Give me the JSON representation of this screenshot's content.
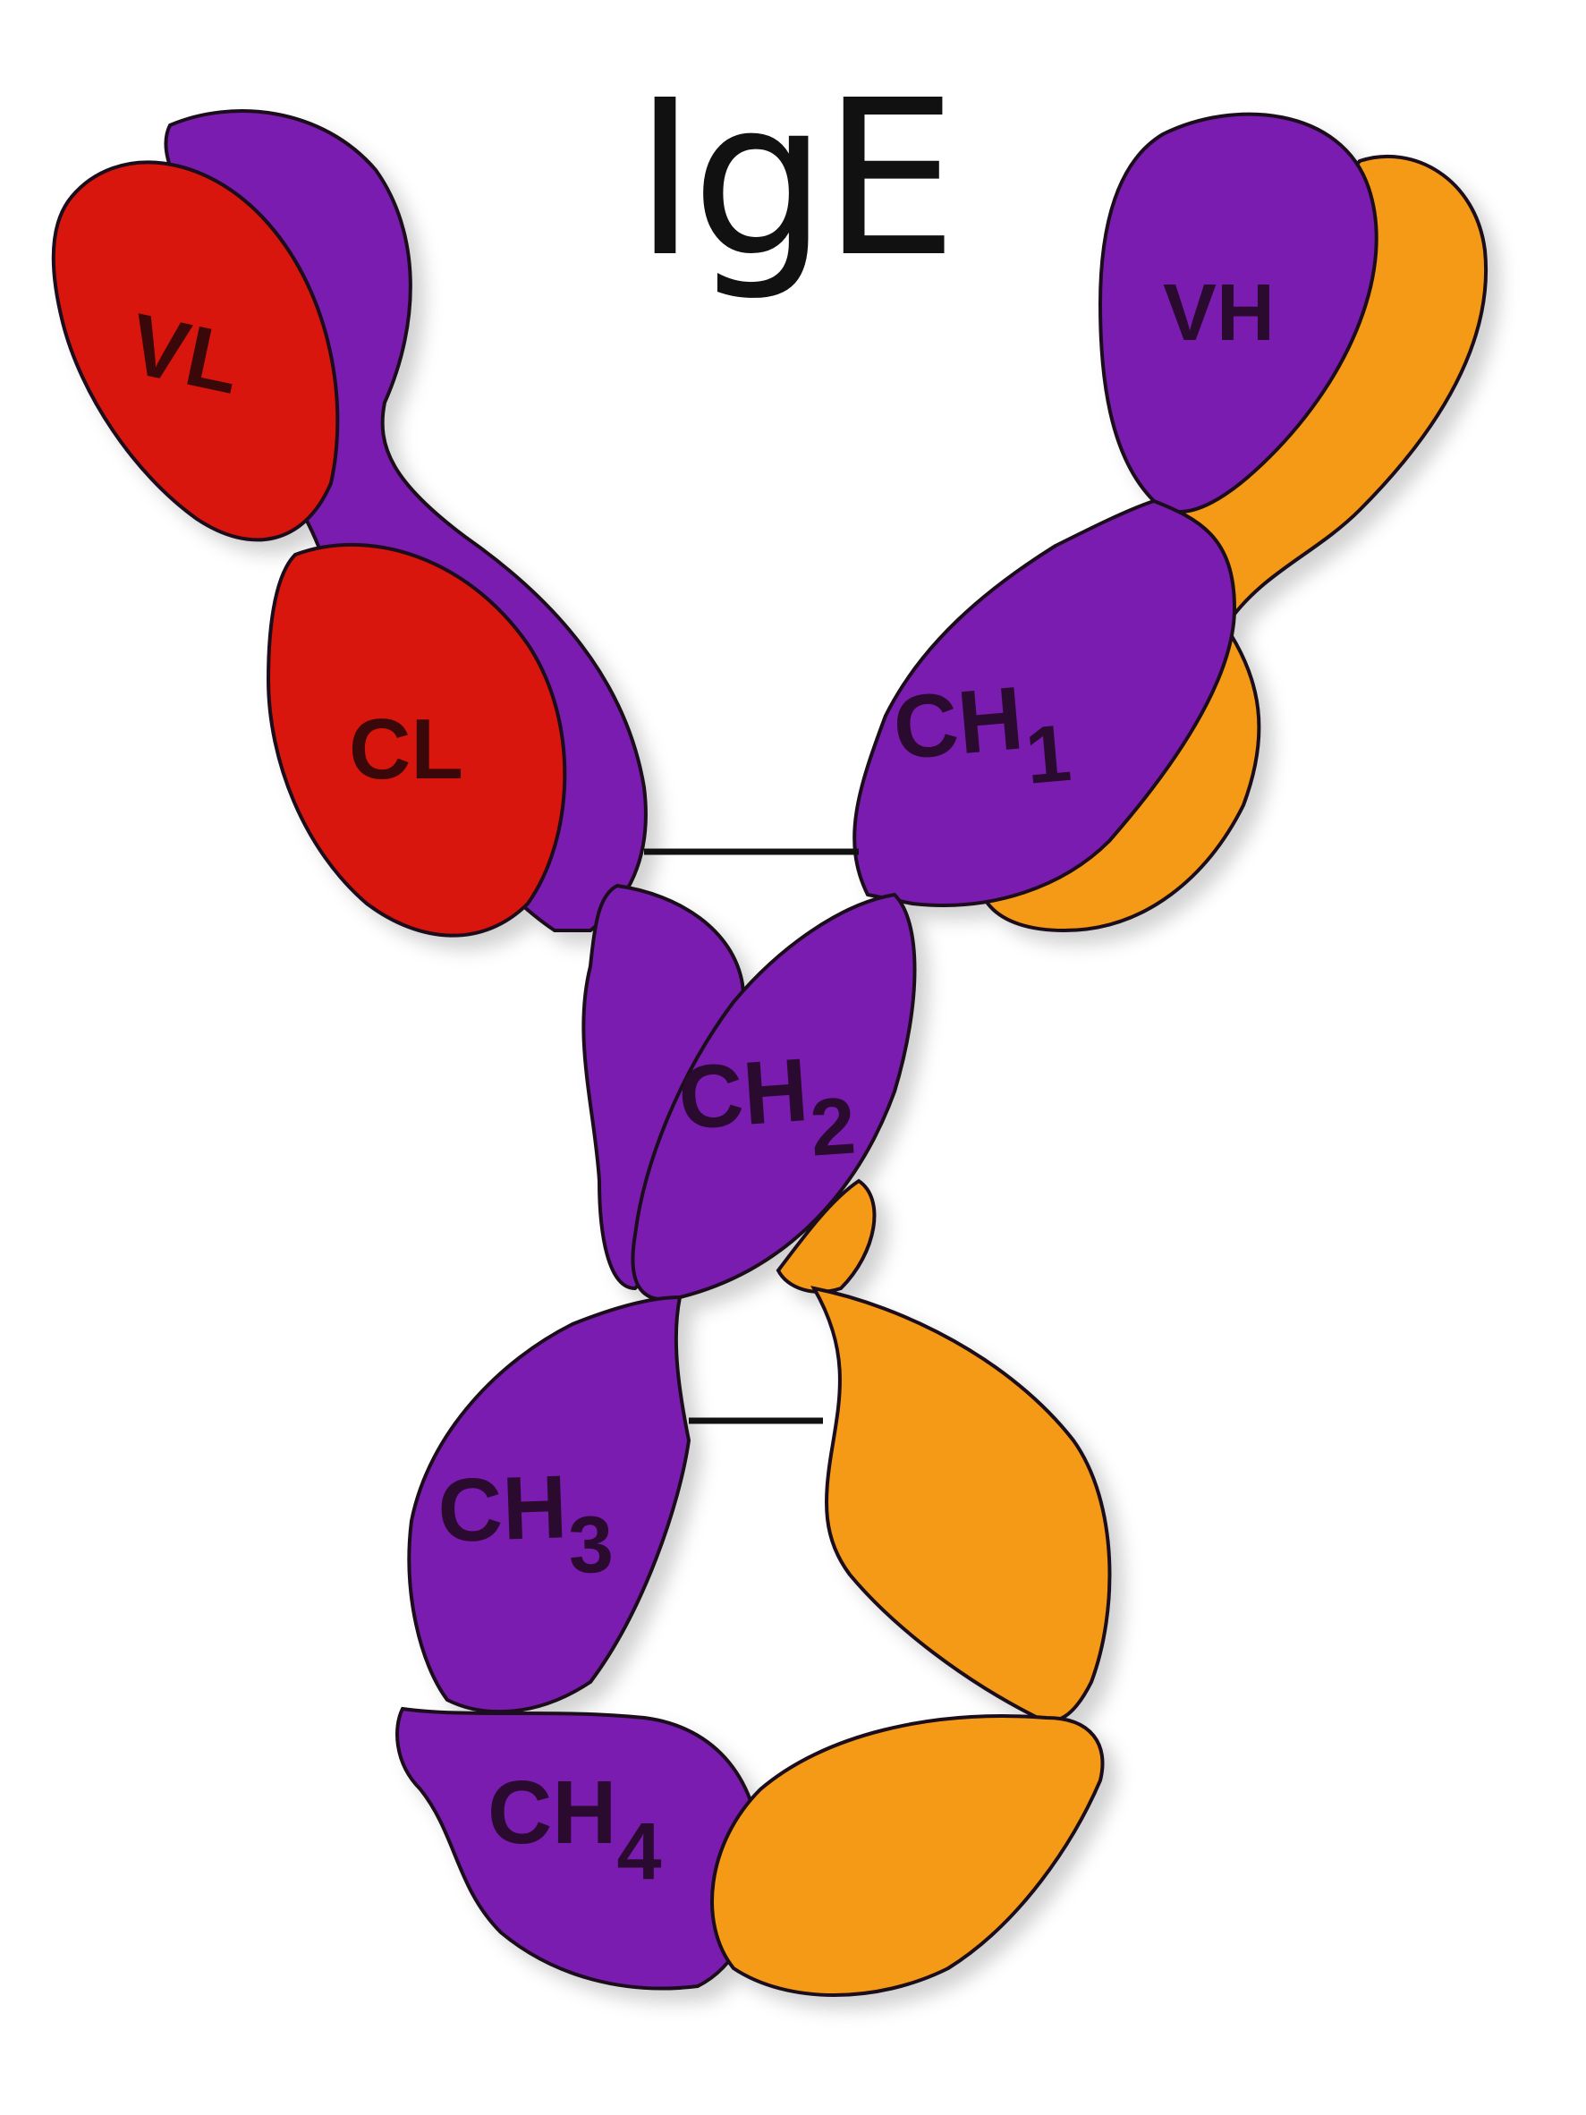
{
  "title": "IgE",
  "colors": {
    "heavy_chain": "#7a1fb0",
    "heavy_chain_partner": "#f59a13",
    "light_chain": "#d8120c",
    "light_chain_partner": "#f59a13",
    "outline": "#1a0f1a",
    "background": "#ffffff"
  },
  "labels": {
    "vl": "VL",
    "cl": "CL",
    "vh": "VH",
    "ch1": {
      "base": "CH",
      "sub": "1"
    },
    "ch2": {
      "base": "CH",
      "sub": "2"
    },
    "ch3": {
      "base": "CH",
      "sub": "3"
    },
    "ch4": {
      "base": "CH",
      "sub": "4"
    }
  }
}
